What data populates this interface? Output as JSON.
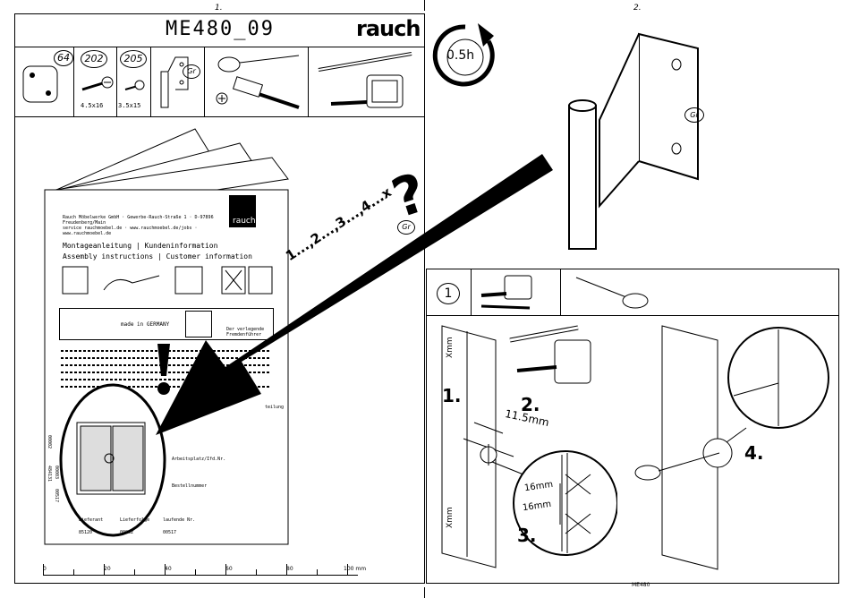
{
  "page_numbers": {
    "left": "1.",
    "right": "2."
  },
  "header": {
    "model": "ME480_09",
    "brand": "rauch"
  },
  "parts": [
    {
      "number": "64",
      "size": ""
    },
    {
      "number": "202",
      "size": "4.5x16"
    },
    {
      "number": "205",
      "size": "3.5x15"
    }
  ],
  "tool_labels": {
    "hinge_code": "Gr"
  },
  "time_badge": "0.5h",
  "booklet": {
    "address_line": "Rauch Möbelwerke GmbH · Gewerbe-Rauch-Straße 1 · D-97896 Freudenberg/Main",
    "web_line": "service rauchmoebel.de · www.rauchmoebel.de/jobs · www.rauchmoebel.de",
    "line_de": "Montageanleitung | Kundeninformation",
    "line_en": "Assembly instructions | Customer information",
    "made_in": "made in GERMANY",
    "woodwax_line": "Der verlegende Fremdenführer",
    "side_codes": [
      "00002",
      "00003",
      "484131",
      "00517"
    ],
    "field_label": "Arbeitsplatz/Ifd.Nr.",
    "field_label2": "Bestellnummer",
    "table_headers": [
      "Lieferant",
      "Lieferfolge",
      "laufende Nr."
    ],
    "table_values": [
      "85120",
      "00002",
      "00517"
    ],
    "side_word": "teilung"
  },
  "count_sequence": "1...,2...,3...,4...x",
  "ruler": {
    "labels": [
      "0",
      "20",
      "40",
      "60",
      "80",
      "100 mm"
    ]
  },
  "step": {
    "number": "1",
    "labels": {
      "one": "1.",
      "two": "2.",
      "three": "3.",
      "four": "4."
    },
    "dim_x": "Xmm",
    "dim_offset": "11.5mm",
    "dim_16a": "16mm",
    "dim_16b": "16mm"
  },
  "footer_code": "ME480"
}
